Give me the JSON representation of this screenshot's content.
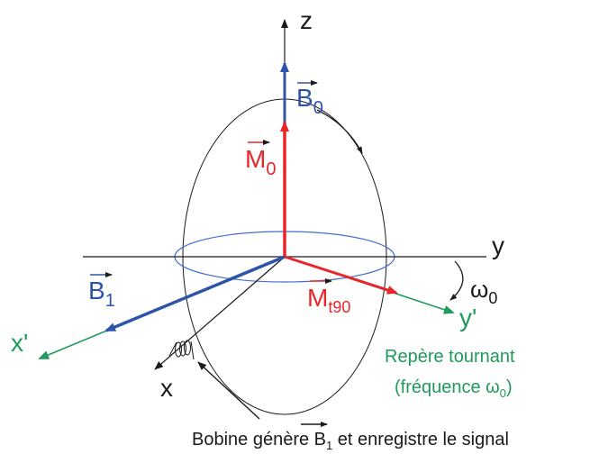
{
  "axes": {
    "z": "z",
    "y": "y",
    "x": "x",
    "x_prime": "x'",
    "y_prime": "y'"
  },
  "vectors": {
    "b0": {
      "base": "B",
      "sub": "0"
    },
    "m0": {
      "base": "M",
      "sub": "0"
    },
    "b1": {
      "base": "B",
      "sub": "1"
    },
    "mt90": {
      "base": "M",
      "sub": "t90"
    }
  },
  "omega": {
    "base": "ω",
    "sub": "0"
  },
  "rotating_frame": {
    "line1": "Repère tournant",
    "line2_prefix": "(fréquence ",
    "omega_base": "ω",
    "omega_sub": "0",
    "line2_suffix": ")"
  },
  "coil_caption": {
    "prefix": "Bobine génère ",
    "vec_base": "B",
    "vec_sub": "1",
    "suffix": " et enregistre le signal"
  },
  "colors": {
    "black": "#1a1a1a",
    "red": "#e8262b",
    "blue": "#2e54a8",
    "green": "#1f9a5a",
    "ellipse_blue": "#3f6fd0"
  }
}
